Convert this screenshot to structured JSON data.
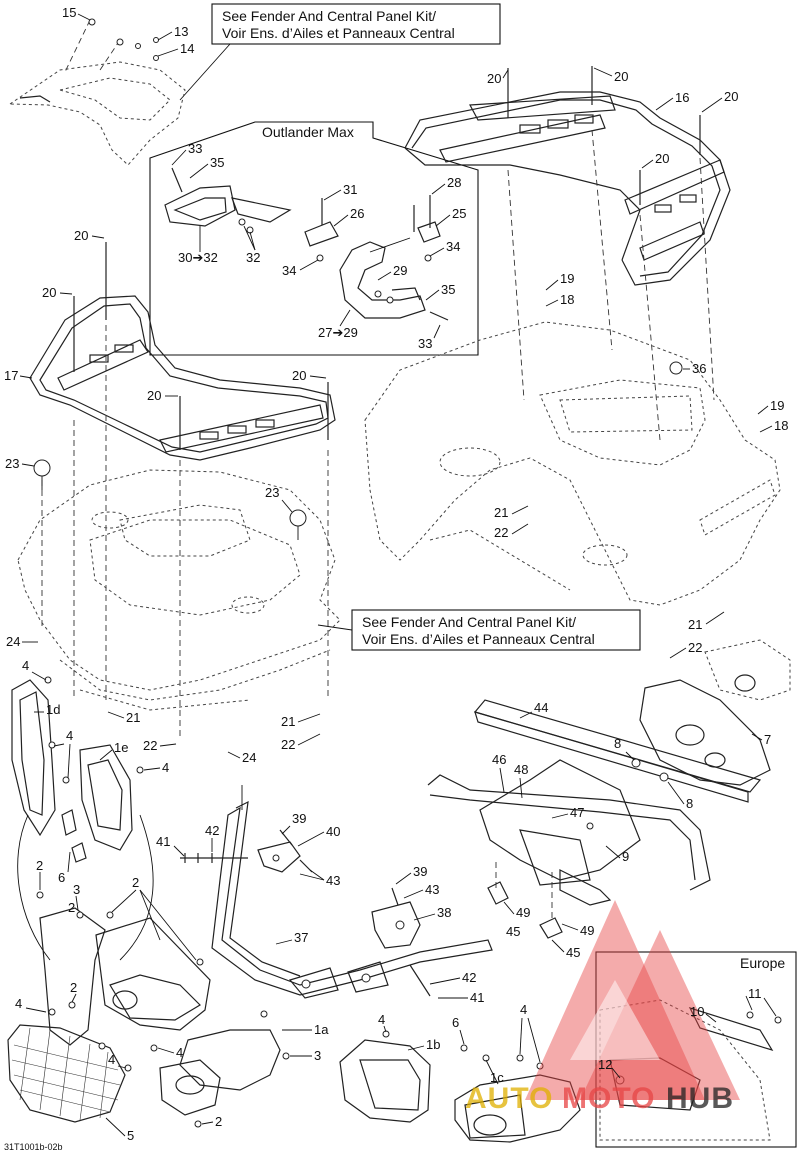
{
  "notes": {
    "fender_kit_top": [
      "See Fender And Central Panel Kit/",
      "Voir Ens. d’Ailes et Panneaux Central"
    ],
    "fender_kit_mid": [
      "See Fender And Central Panel Kit/",
      "Voir Ens. d’Ailes et Panneaux Central"
    ],
    "outlander_max": "Outlander Max",
    "europe": "Europe",
    "drawing_number": "31T1001b-02b"
  },
  "callouts": {
    "c15": "15",
    "c13": "13",
    "c14": "14",
    "c20a": "20",
    "c20b": "20",
    "c20c": "20",
    "c20d": "20",
    "c20e": "20",
    "c20f": "20",
    "c20g": "20",
    "c20h": "20",
    "c16": "16",
    "c17": "17",
    "c33a": "33",
    "c35a": "35",
    "c31": "31",
    "c28": "28",
    "c26": "26",
    "c25": "25",
    "c30_32": "30➔32",
    "c32": "32",
    "c34a": "34",
    "c34b": "34",
    "c29": "29",
    "c35b": "35",
    "c27_29": "27➔29",
    "c33b": "33",
    "c19a": "19",
    "c18a": "18",
    "c36": "36",
    "c19b": "19",
    "c18b": "18",
    "c23a": "23",
    "c23b": "23",
    "c21a": "21",
    "c22a": "22",
    "c21b": "21",
    "c22b": "22",
    "c21c": "21",
    "c22c": "22",
    "c21d": "21",
    "c22d": "22",
    "c24a": "24",
    "c24b": "24",
    "c4a": "4",
    "c1d": "1d",
    "c4b": "4",
    "c1e": "1e",
    "c4c": "4",
    "c6a": "6",
    "c44": "44",
    "c8a": "8",
    "c7": "7",
    "c8b": "8",
    "c46": "46",
    "c48": "48",
    "c47": "47",
    "c9": "9",
    "c42a": "42",
    "c39a": "39",
    "c40": "40",
    "c41a": "41",
    "c43a": "43",
    "c39b": "39",
    "c43b": "43",
    "c38": "38",
    "c37": "37",
    "c42b": "42",
    "c41b": "41",
    "c49a": "49",
    "c45a": "45",
    "c49b": "49",
    "c45b": "45",
    "c2a": "2",
    "c3a": "3",
    "c2b": "2",
    "c2c": "2",
    "c4d": "4",
    "c2d": "2",
    "c1a": "1a",
    "c4e": "4",
    "c3b": "3",
    "c4f": "4",
    "c5": "5",
    "c2e": "2",
    "c4g": "4",
    "c1b": "1b",
    "c6b": "6",
    "c4h": "4",
    "c1c": "1c",
    "c11": "11",
    "c10": "10",
    "c12": "12"
  },
  "watermark": {
    "auto": "AUTO",
    "moto": "MOTO",
    "hub": "HUB"
  }
}
